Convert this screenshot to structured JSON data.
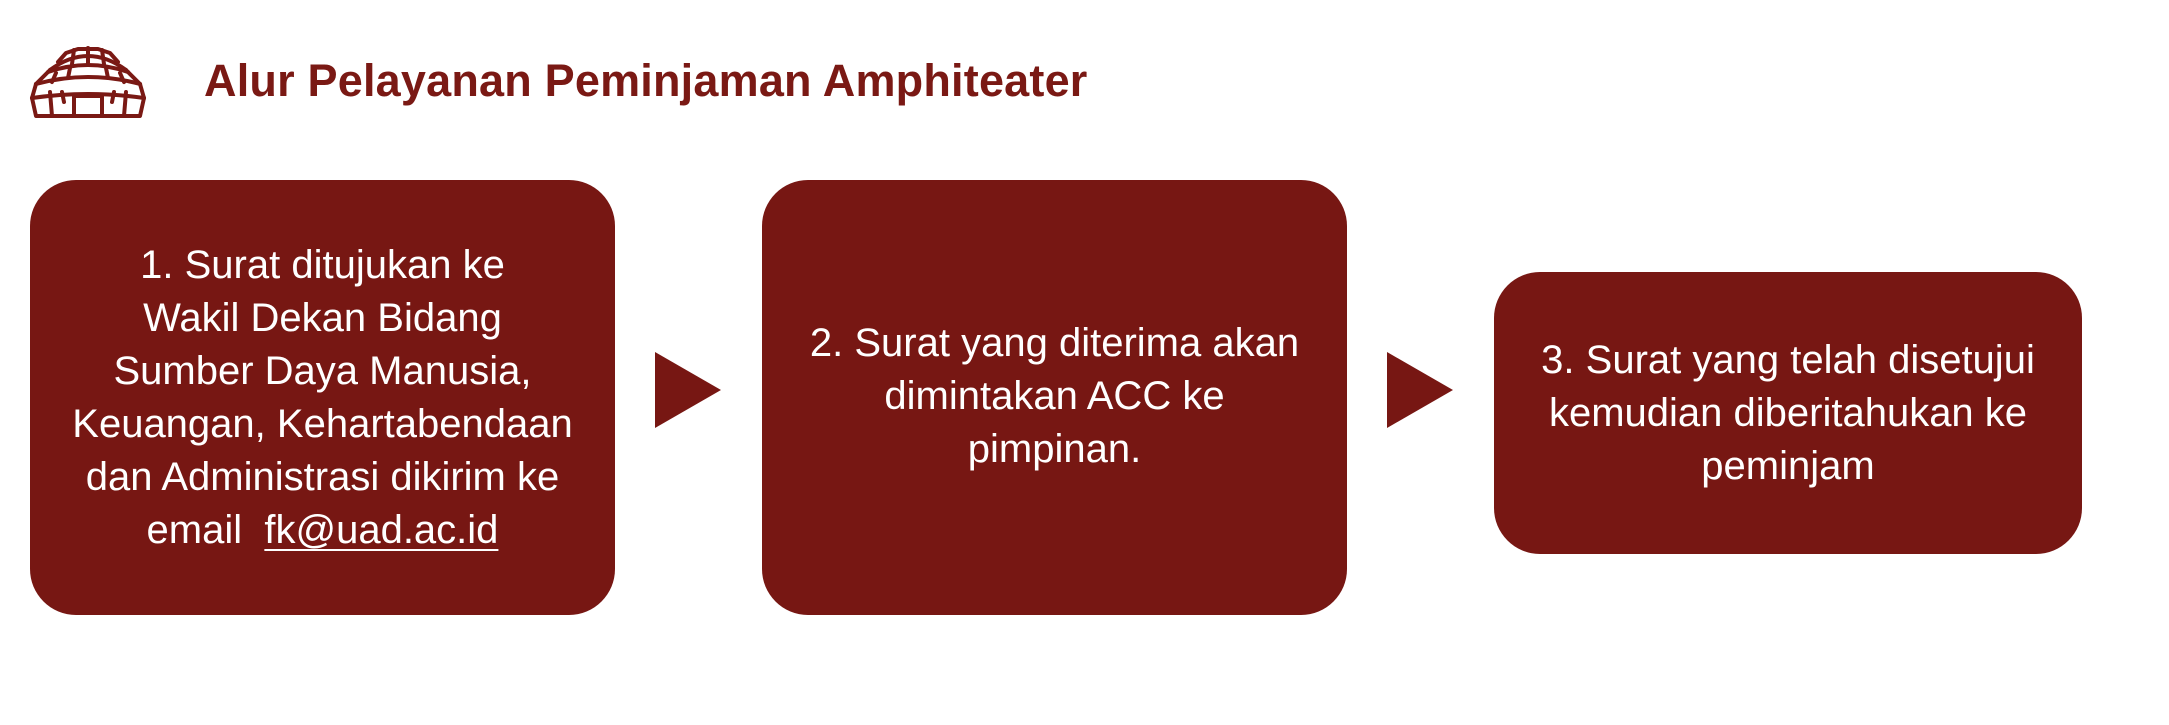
{
  "header": {
    "title": "Alur Pelayanan Peminjaman Amphiteater",
    "logo_icon": "amphitheater-icon"
  },
  "colors": {
    "primary": "#771713",
    "title": "#7a1914",
    "text_on_primary": "#ffffff",
    "background": "#ffffff"
  },
  "steps": [
    {
      "lines": [
        "1. Surat ditujukan ke",
        "Wakil Dekan Bidang",
        "Sumber Daya Manusia,",
        "Keuangan, Kehartabendaan",
        "dan Administrasi dikirim ke"
      ],
      "email_prefix": "email  ",
      "email": "fk@uad.ac.id"
    },
    {
      "lines": [
        "2. Surat yang diterima akan",
        "dimintakan ACC ke",
        "pimpinan."
      ]
    },
    {
      "lines": [
        "3. Surat yang telah disetujui",
        "kemudian diberitahukan ke",
        "peminjam"
      ]
    }
  ],
  "connectors": [
    "arrow-right-icon",
    "arrow-right-icon"
  ]
}
